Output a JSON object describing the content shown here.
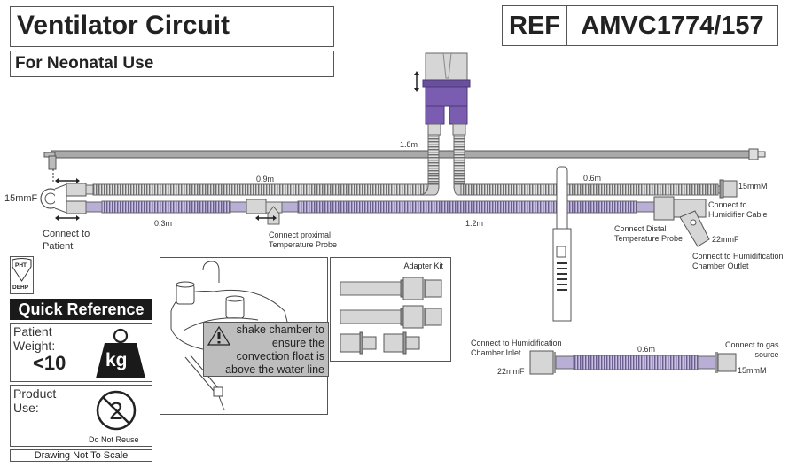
{
  "header": {
    "title": "Ventilator Circuit",
    "subtitle": "For Neonatal Use",
    "ref_label": "REF",
    "ref_code": "AMVC1774/157"
  },
  "circuit": {
    "lengths": {
      "heater_wire": "1.8m",
      "expiratory_limb": "0.9m",
      "inspiratory_patient_segment": "0.3m",
      "inspiratory_main_segment": "1.2m",
      "expiratory_end_segment": "0.6m",
      "dry_line": "0.6m"
    },
    "labels": {
      "patient_port_size": "15mmF",
      "connect_to_patient": "Connect to\nPatient",
      "connect_proximal_probe": "Connect proximal\nTemperature Probe",
      "expiratory_port_size": "15mmM",
      "connect_humidifier_cable": "Connect to\nHumidifier Cable",
      "connect_distal_probe": "Connect Distal\nTemperature Probe",
      "chamber_outlet_size": "22mmF",
      "connect_chamber_outlet": "Connect to Humidification\nChamber Outlet",
      "connect_chamber_inlet": "Connect to Humidification\nChamber Inlet",
      "inlet_size": "22mmF",
      "connect_gas_source": "Connect to gas\nsource",
      "gas_source_size": "15mmM"
    }
  },
  "adapter_kit": {
    "title": "Adapter Kit"
  },
  "chamber_warning": {
    "lines": [
      "shake chamber to",
      "ensure the",
      "convection float is",
      "above the water line"
    ]
  },
  "symbols": {
    "pht_top": "PHT",
    "pht_bottom": "DEHP"
  },
  "quick_reference": {
    "title": "Quick Reference",
    "weight_label_1": "Patient",
    "weight_label_2": "Weight:",
    "weight_value": "<10",
    "weight_unit": "kg",
    "use_label_1": "Product",
    "use_label_2": "Use:",
    "use_caption": "Do Not Reuse",
    "footer": "Drawing Not To Scale"
  },
  "colors": {
    "purple_tube": "#b9aed6",
    "purple_dark": "#6a4ea0",
    "grey_tube": "#a9a9a9",
    "connector_grey": "#d6d6d6",
    "warning_bg": "#bdbdbd"
  }
}
